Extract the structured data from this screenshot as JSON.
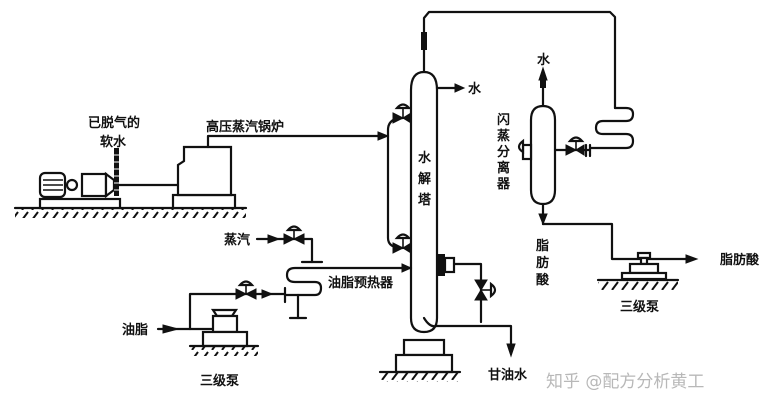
{
  "diagram": {
    "title": "油脂水解工艺流程",
    "labels": {
      "degassed_soft_water_line1": "已脱气的",
      "degassed_soft_water_line2": "软水",
      "high_pressure_boiler": "高压蒸汽锅炉",
      "water_top": "水",
      "water_flash_top": "水",
      "hydrolysis_tower": [
        "水",
        "解",
        "塔"
      ],
      "flash_separator": [
        "闪",
        "蒸",
        "分",
        "离",
        "器"
      ],
      "fatty_acid_vertical": [
        "脂",
        "肪",
        "酸"
      ],
      "fatty_acid_out": "脂肪酸",
      "steam": "蒸汽",
      "oil_preheater": "油脂预热器",
      "oil_in": "油脂",
      "pump_left": "三级泵",
      "pump_right": "三级泵",
      "glycerin_water": "甘油水"
    },
    "components": [
      {
        "id": "water-pump",
        "type": "motor-pump"
      },
      {
        "id": "boiler",
        "type": "boiler",
        "label_ref": "high_pressure_boiler"
      },
      {
        "id": "hydrolysis-tower",
        "type": "column",
        "label_ref": "hydrolysis_tower"
      },
      {
        "id": "flash-separator",
        "type": "vessel",
        "label_ref": "flash_separator"
      },
      {
        "id": "oil-preheater",
        "type": "heat-exchanger",
        "label_ref": "oil_preheater"
      },
      {
        "id": "oil-pump",
        "type": "pump",
        "label_ref": "pump_left"
      },
      {
        "id": "acid-pump",
        "type": "pump",
        "label_ref": "pump_right"
      }
    ],
    "connections": [
      {
        "from": "water-pump",
        "to": "boiler"
      },
      {
        "from": "boiler",
        "to": "hydrolysis-tower"
      },
      {
        "from": "hydrolysis-tower",
        "to": "flash-separator",
        "via": "top-line"
      },
      {
        "from": "flash-separator",
        "to": "acid-pump"
      },
      {
        "from": "acid-pump",
        "to": "fatty_acid_out"
      },
      {
        "from": "oil_in",
        "to": "oil-pump"
      },
      {
        "from": "oil-pump",
        "to": "oil-preheater"
      },
      {
        "from": "steam",
        "to": "oil-preheater"
      },
      {
        "from": "oil-preheater",
        "to": "hydrolysis-tower"
      },
      {
        "from": "hydrolysis-tower",
        "to": "glycerin_water"
      }
    ]
  },
  "watermark": "知乎 @配方分析黄工"
}
